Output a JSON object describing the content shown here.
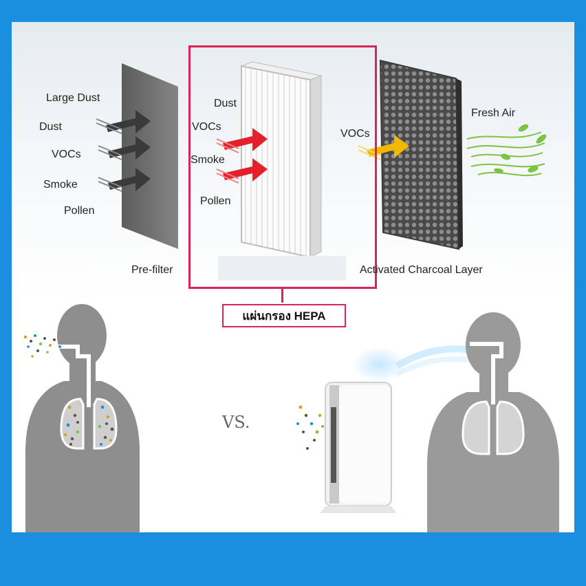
{
  "prefilter": {
    "inputs": [
      "Large Dust",
      "Dust",
      "VOCs",
      "Smoke",
      "Pollen"
    ],
    "caption": "Pre-filter"
  },
  "hepa": {
    "inputs": [
      "Dust",
      "VOCs",
      "Smoke",
      "Pollen"
    ],
    "tag": "แผ่นกรอง HEPA"
  },
  "charcoal": {
    "input": "VOCs",
    "caption": "Activated Charcoal Layer",
    "output": "Fresh Air"
  },
  "comparison": {
    "vs": "VS."
  },
  "colors": {
    "frame": "#1a8fe0",
    "highlight": "#d9245a",
    "gray_arrow": "#3a3a3a",
    "red_arrow": "#e5202a",
    "yellow_arrow": "#f2b800",
    "leaf_green": "#7cc243"
  }
}
